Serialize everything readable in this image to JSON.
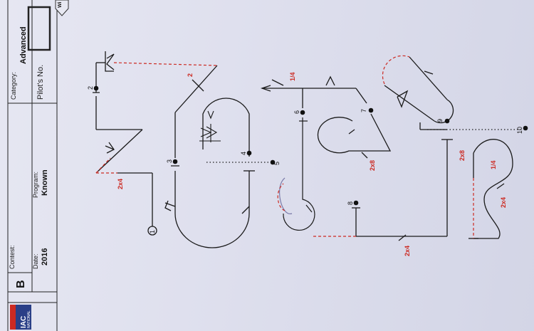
{
  "header": {
    "category_label": "Category:",
    "category_value": "Advanced",
    "pilot_label": "Pilot's No.",
    "contest_label": "Contest:",
    "program_label": "Program:",
    "program_value": "Known",
    "date_label": "Date:",
    "date_value": "2016",
    "form_letter": "B",
    "logo_text": "IAC",
    "logo_sub": "NATIONAL",
    "logo_sub2": "CLUB",
    "corner_label": "Wi"
  },
  "figures": {
    "numbers": [
      "1",
      "2",
      "3",
      "4",
      "5",
      "6",
      "7",
      "8",
      "9",
      "10"
    ],
    "roll_marks": [
      "2x4",
      "2",
      "1/4",
      "2x8",
      "2x4",
      "2x8",
      "1/4",
      "2x4"
    ]
  },
  "colors": {
    "ink": "#1a1a1a",
    "red": "#cc2a22",
    "paper": "#e3e4f0",
    "logo_blue": "#2a3f87"
  }
}
